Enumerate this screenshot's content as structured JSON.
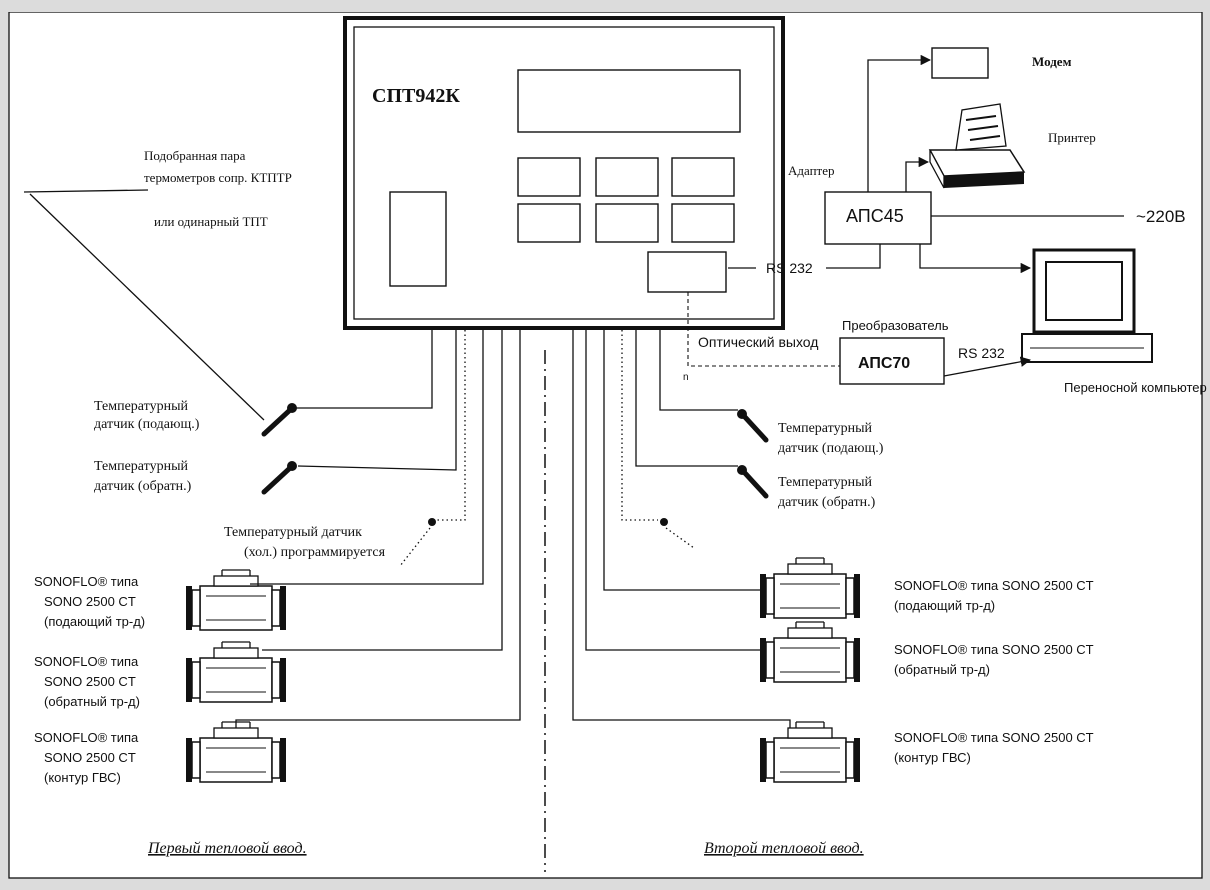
{
  "device": {
    "title": "СПТ942К"
  },
  "labels": {
    "modem": "Модем",
    "printer": "Принтер",
    "adapter": "Адаптер",
    "aps45": "АПС45",
    "mains": "~220В",
    "rs232_top": "RS 232",
    "rs232_bottom": "RS 232",
    "converter": "Преобразователь",
    "optical_out": "Оптический выход",
    "optical_n": "n",
    "aps70": "АПС70",
    "laptop": "Переносной компьютер",
    "pair_line1": "Подобранная пара",
    "pair_line2": "термометров сопр. КТПТР",
    "pair_line3": "или одинарный ТПТ"
  },
  "left": {
    "t_supply": [
      "Температурный",
      "датчик (подающ.)"
    ],
    "t_return": [
      "Температурный",
      "датчик (обратн.)"
    ],
    "t_cold": [
      "Температурный датчик",
      "(хол.) программируется"
    ],
    "flow1": [
      "SONOFLO® типа",
      "SONO 2500 CT",
      "(подающий тр-д)"
    ],
    "flow2": [
      "SONOFLO® типа",
      "SONO 2500 CT",
      "(обратный тр-д)"
    ],
    "flow3": [
      "SONOFLO® типа",
      "SONO 2500 CT",
      "(контур ГВС)"
    ],
    "footer": "Первый тепловой ввод."
  },
  "right": {
    "t_supply": [
      "Температурный",
      "датчик (подающ.)"
    ],
    "t_return": [
      "Температурный",
      "датчик (обратн.)"
    ],
    "flow1": [
      "SONOFLO® типа SONO 2500 CT",
      "(подающий тр-д)"
    ],
    "flow2": [
      "SONOFLO® типа SONO 2500 CT",
      "(обратный тр-д)"
    ],
    "flow3": [
      "SONOFLO® типа SONO 2500 CT",
      "(контур ГВС)"
    ],
    "footer": "Второй тепловой ввод."
  }
}
